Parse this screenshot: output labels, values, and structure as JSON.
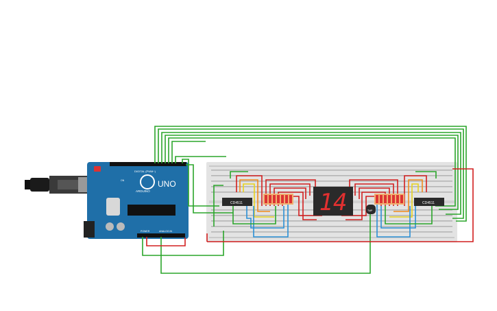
{
  "board": {
    "brand": "ARDUINO",
    "model": "UNO",
    "digital_label": "DIGITAL (PWM~)",
    "power_label": "POWER",
    "analog_label": "ANALOG IN",
    "on_label": "ON"
  },
  "components": {
    "driver_left_label": "CD4511",
    "driver_right_label": "CD4511",
    "display_digits": "14",
    "sensor_label": "TMP"
  },
  "colors": {
    "board": "#1f6fa8",
    "breadboard": "#e3e3e3",
    "wire_green": "#2aa52a",
    "wire_red": "#d21e1e",
    "wire_orange": "#f08a1c",
    "wire_yellow": "#e8d21c",
    "wire_blue": "#2a8fd6",
    "display_segment": "#e23030"
  }
}
